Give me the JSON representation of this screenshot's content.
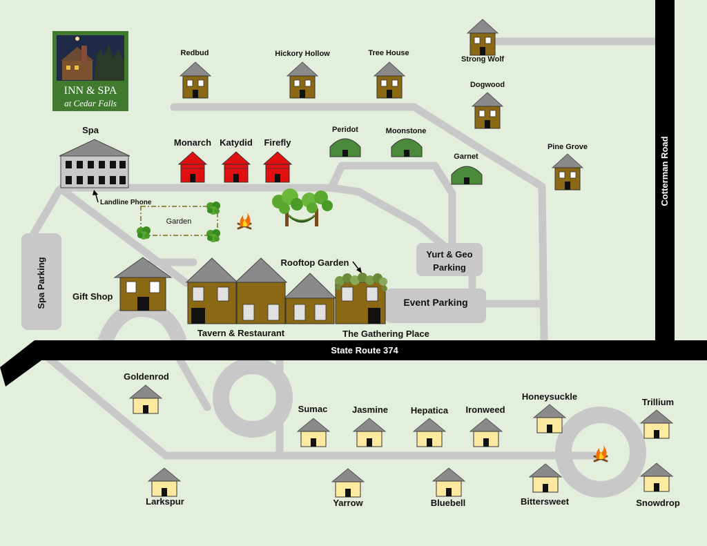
{
  "logo": {
    "line1": "INN & SPA",
    "line2": "at Cedar Falls",
    "bg_color": "#3f7a2e"
  },
  "roads": {
    "route": "State Route 374",
    "cotterman": "Cotterman Road"
  },
  "buildings": {
    "spa": "Spa",
    "landline": "Landline Phone",
    "spa_parking": "Spa Parking",
    "gift_shop": "Gift Shop",
    "tavern": "Tavern & Restaurant",
    "rooftop": "Rooftop Garden",
    "gathering": "The Gathering Place",
    "event_parking": "Event Parking",
    "yurt_parking_1": "Yurt & Geo",
    "yurt_parking_2": "Parking",
    "garden": "Garden"
  },
  "cabins": [
    "Redbud",
    "Hickory Hollow",
    "Tree House",
    "Strong Wolf",
    "Dogwood",
    "Pine Grove"
  ],
  "yurts": [
    "Monarch",
    "Katydid",
    "Firefly"
  ],
  "domes": [
    "Peridot",
    "Moonstone",
    "Garnet"
  ],
  "cottages": {
    "goldenrod": "Goldenrod",
    "sumac": "Sumac",
    "jasmine": "Jasmine",
    "hepatica": "Hepatica",
    "ironweed": "Ironweed",
    "honeysuckle": "Honeysuckle",
    "trillium": "Trillium",
    "larkspur": "Larkspur",
    "yarrow": "Yarrow",
    "bluebell": "Bluebell",
    "bittersweet": "Bittersweet",
    "snowdrop": "Snowdrop"
  },
  "colors": {
    "background": "#e3efdc",
    "path": "#c8c8c8",
    "road": "#000000",
    "cabin": "#8b6914",
    "roof": "#8a8a8a",
    "yurt": "#e01010",
    "dome": "#4a8a3a",
    "cottage": "#fdeaa0",
    "spa_building": "#c8c8c8"
  },
  "icons": [
    "campfire-icon",
    "hammock-trees-icon",
    "shrub-icon",
    "arrow-icon"
  ]
}
